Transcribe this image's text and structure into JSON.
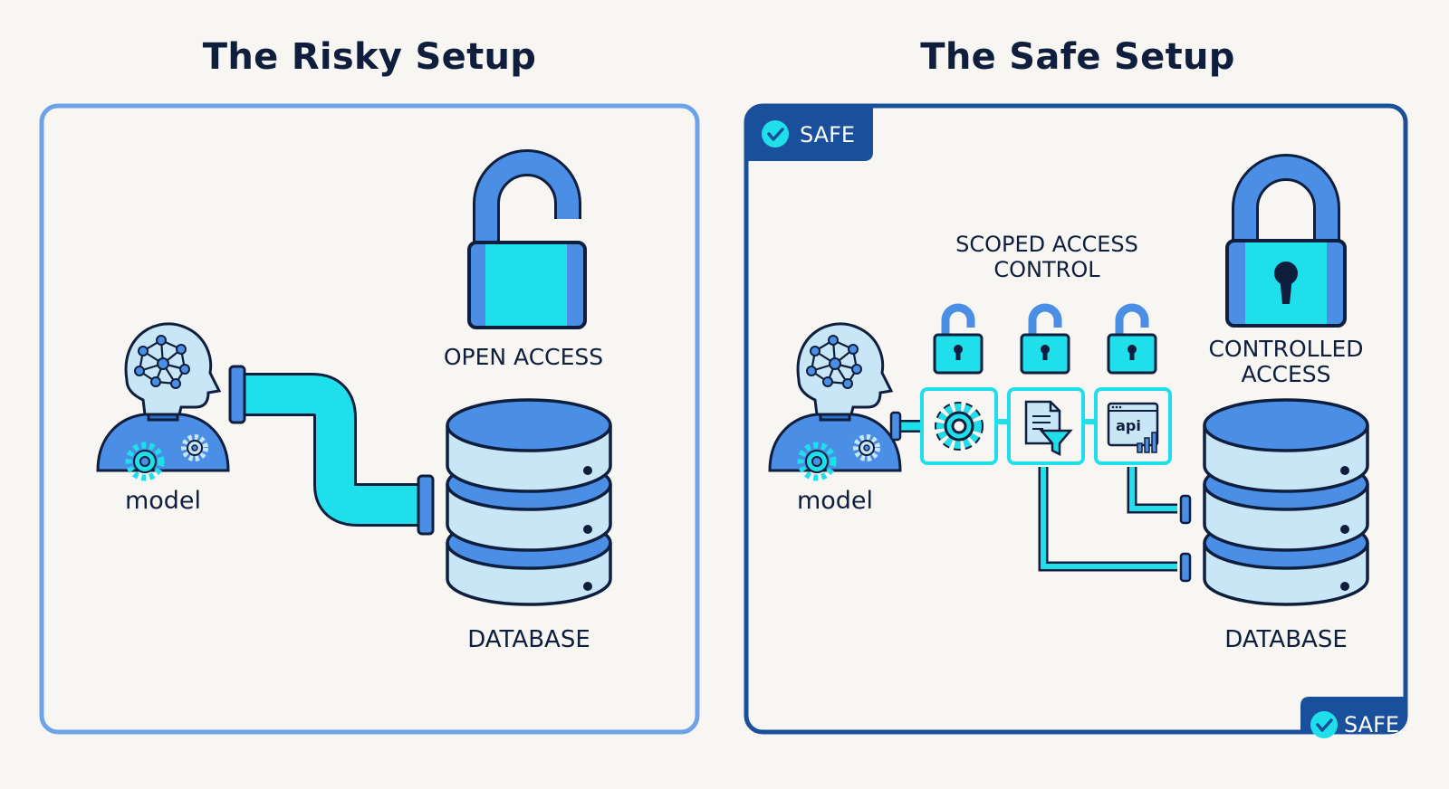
{
  "left_panel": {
    "title": "The Risky Setup",
    "model_label": "model",
    "lock_label": "OPEN ACCESS",
    "database_label": "DATABASE"
  },
  "right_panel": {
    "title": "The Safe Setup",
    "badge_top": "SAFE",
    "badge_bottom": "SAFE",
    "scope_label_line1": "SCOPED ACCESS",
    "scope_label_line2": "CONTROL",
    "lock_label_line1": "CONTROLLED",
    "lock_label_line2": "ACCESS",
    "model_label": "model",
    "database_label": "DATABASE",
    "api_text": "api"
  },
  "colors": {
    "navy": "#0f1e3d",
    "blue": "#4a8ee6",
    "light_blue": "#c8e6f5",
    "cyan": "#1fe0ea",
    "dark_blue": "#1a4f9c",
    "panel_left_border": "#6ea3e8"
  },
  "icons": [
    "ai-head-icon",
    "gear-icon",
    "padlock-open-icon",
    "padlock-closed-icon",
    "database-icon",
    "document-filter-icon",
    "api-window-icon",
    "check-circle-icon"
  ]
}
